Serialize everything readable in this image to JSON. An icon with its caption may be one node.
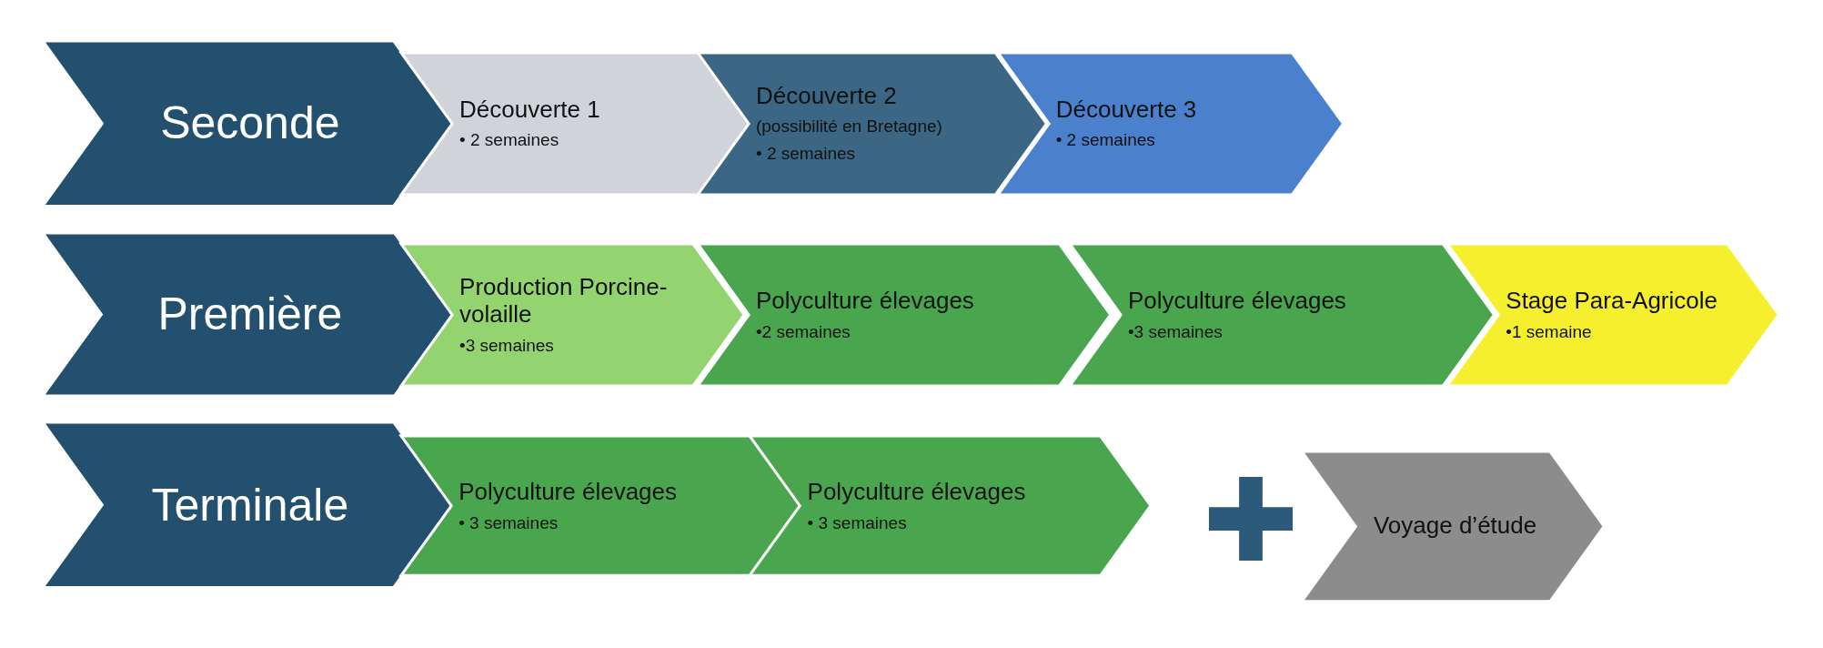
{
  "diagram": {
    "nodes": [
      {
        "text": [
          "Seconde"
        ]
      },
      {
        "text": [
          "Découverte 1",
          "• 2 semaines"
        ]
      },
      {
        "text": [
          "Découverte 2",
          "(possibilité en Bretagne)",
          "• 2 semaines"
        ]
      },
      {
        "text": [
          "Découverte 3",
          "• 2 semaines"
        ]
      },
      {
        "text": [
          "Première"
        ]
      },
      {
        "text": [
          "Production Porcine-volaille",
          "•3 semaines"
        ]
      },
      {
        "text": [
          "Polyculture élevages",
          "•2 semaines"
        ]
      },
      {
        "text": [
          "Polyculture élevages",
          "•3 semaines"
        ]
      },
      {
        "text": [
          "Stage Para-Agricole",
          "•1 semaine"
        ]
      },
      {
        "text": [
          "Terminale"
        ]
      },
      {
        "text": [
          "Polyculture élevages",
          "• 3 semaines"
        ]
      },
      {
        "text": [
          "Polyculture élevages",
          "• 3 semaines"
        ]
      },
      {
        "text": [
          "Voyage d’étude"
        ]
      }
    ],
    "edges": []
  }
}
